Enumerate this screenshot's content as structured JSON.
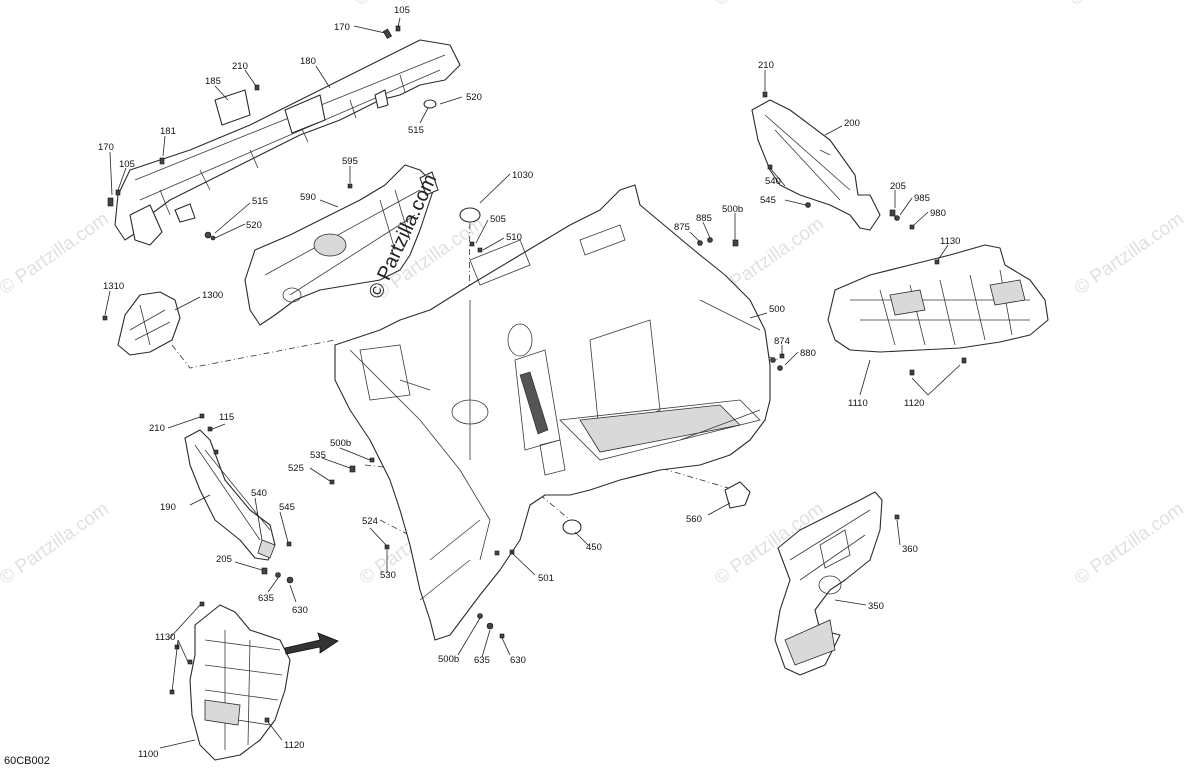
{
  "diagram_code": "60CB002",
  "watermark_main": "© Partzilla.com",
  "watermark_bg": "© Partzilla.com",
  "callouts": [
    "105",
    "170",
    "210",
    "185",
    "180",
    "520",
    "515",
    "181",
    "170",
    "105",
    "595",
    "590",
    "515",
    "520",
    "1030",
    "505",
    "510",
    "875",
    "885",
    "500b",
    "210",
    "200",
    "540",
    "545",
    "205",
    "985",
    "980",
    "1130",
    "1310",
    "1300",
    "500",
    "874",
    "880",
    "1110",
    "1120",
    "210",
    "115",
    "190",
    "540",
    "545",
    "205",
    "635",
    "630",
    "525",
    "535",
    "500b",
    "524",
    "530",
    "501",
    "450",
    "560",
    "360",
    "350",
    "1130",
    "1100",
    "1120",
    "500b",
    "635",
    "630"
  ]
}
